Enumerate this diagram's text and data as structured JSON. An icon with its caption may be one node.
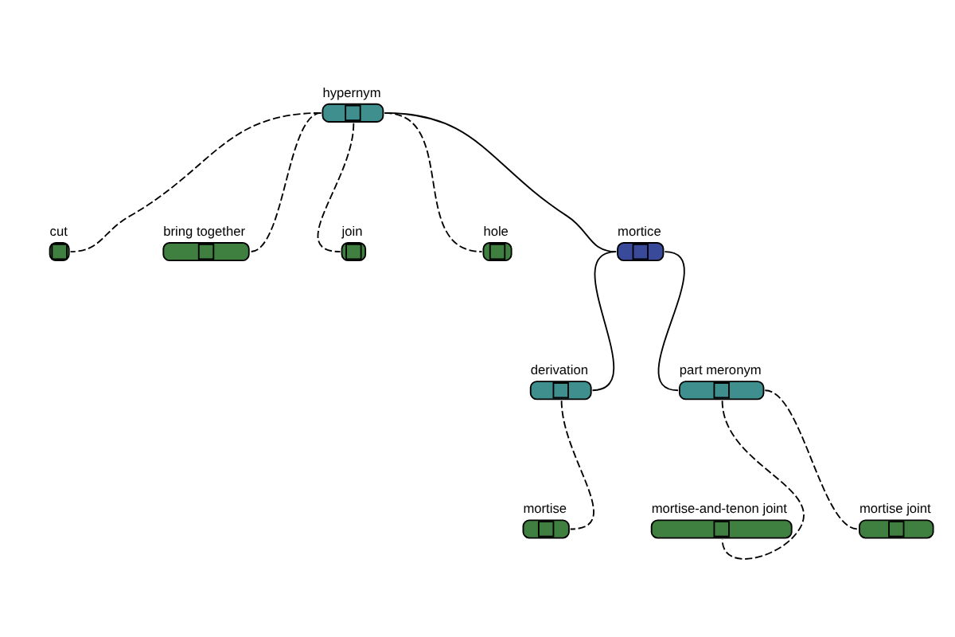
{
  "diagram": {
    "nodes": [
      {
        "text": [
          "hypernym"
        ]
      },
      {
        "text": [
          "cut"
        ]
      },
      {
        "text": [
          "bring together"
        ]
      },
      {
        "text": [
          "join"
        ]
      },
      {
        "text": [
          "hole"
        ]
      },
      {
        "text": [
          "mortice"
        ]
      },
      {
        "text": [
          "derivation"
        ]
      },
      {
        "text": [
          "part meronym"
        ]
      },
      {
        "text": [
          "mortise"
        ]
      },
      {
        "text": [
          "mortise-and-tenon joint"
        ]
      },
      {
        "text": [
          "mortise joint"
        ]
      }
    ],
    "edges": [
      {
        "from": 0,
        "to": 1,
        "arrow": "none",
        "style": "dashed"
      },
      {
        "from": 0,
        "to": 2,
        "arrow": "none",
        "style": "dashed"
      },
      {
        "from": 0,
        "to": 3,
        "arrow": "none",
        "style": "dashed"
      },
      {
        "from": 0,
        "to": 4,
        "arrow": "none",
        "style": "dashed"
      },
      {
        "from": 0,
        "to": 5,
        "arrow": "none"
      },
      {
        "from": 5,
        "to": 6,
        "arrow": "none"
      },
      {
        "from": 5,
        "to": 7,
        "arrow": "none"
      },
      {
        "from": 6,
        "to": 8,
        "arrow": "none",
        "style": "dashed"
      },
      {
        "from": 7,
        "to": 9,
        "arrow": "none",
        "style": "dashed"
      },
      {
        "from": 7,
        "to": 10,
        "arrow": "none",
        "style": "dashed"
      }
    ]
  }
}
